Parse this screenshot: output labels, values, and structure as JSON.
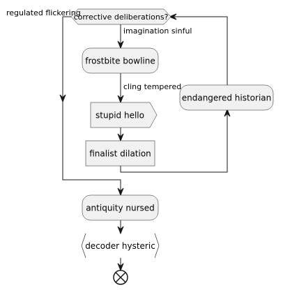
{
  "diagram": {
    "loop": {
      "condition": "corrective deliberations?",
      "yes_label": "imagination sinful",
      "exit_label": "regulated flickering"
    },
    "nodes": {
      "frostbite": "frostbite bowline",
      "stupid": "stupid hello",
      "finalist": "finalist dilation",
      "endangered": "endangered historian",
      "antiquity": "antiquity nursed",
      "decoder": "decoder hysteric"
    },
    "edges": {
      "cling": "cling tempered"
    },
    "colors": {
      "node_fill": "#f1f1f1",
      "stroke": "#181818"
    },
    "icons": {
      "stop": "stop-circle-icon"
    }
  }
}
